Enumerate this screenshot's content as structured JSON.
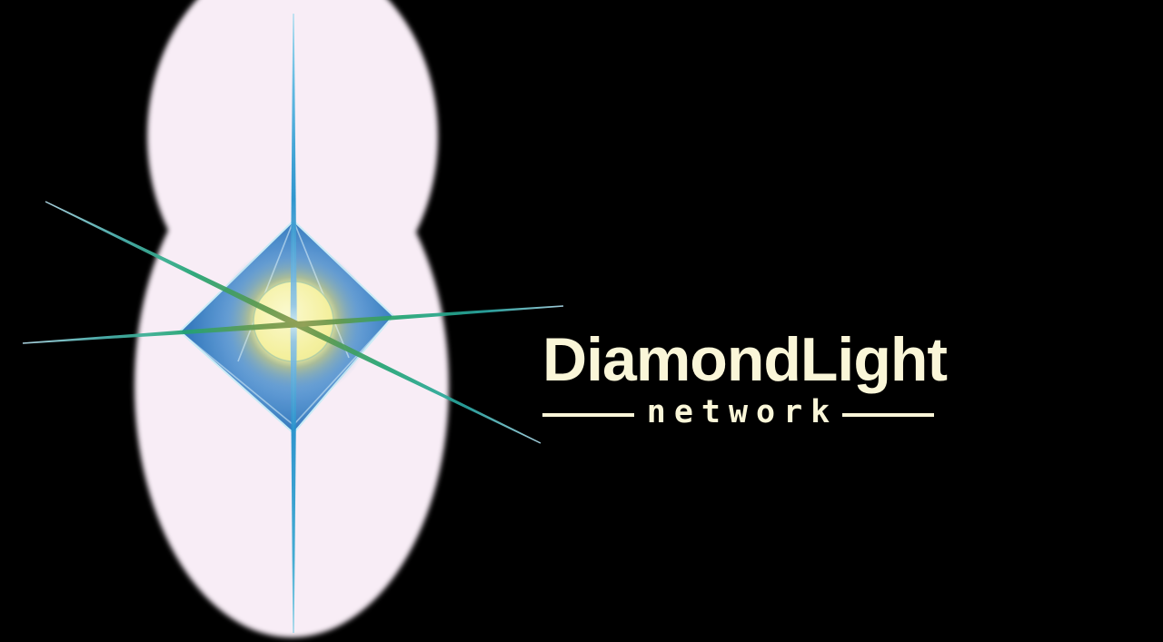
{
  "brand": {
    "name": "DiamondLight",
    "tagline": "network"
  },
  "logo": {
    "icon": "diamondlight-star-icon",
    "description_elements": [
      "pink-halo",
      "blue-diamond",
      "yellow-sun-core",
      "light-rays"
    ]
  },
  "colors": {
    "background": "#000000",
    "text_cream": "#FAF6D8",
    "halo_pink": "#F8EDF6",
    "diamond_blue": "#3379BE",
    "diamond_edge": "#C9ECF7",
    "core_yellow": "#F5F1A0",
    "ray_blue": "#1F8FCB",
    "ray_green": "#1CA25F",
    "ray_teal": "#2BA8A4",
    "ray_tip_blue": "#AFDDED"
  }
}
